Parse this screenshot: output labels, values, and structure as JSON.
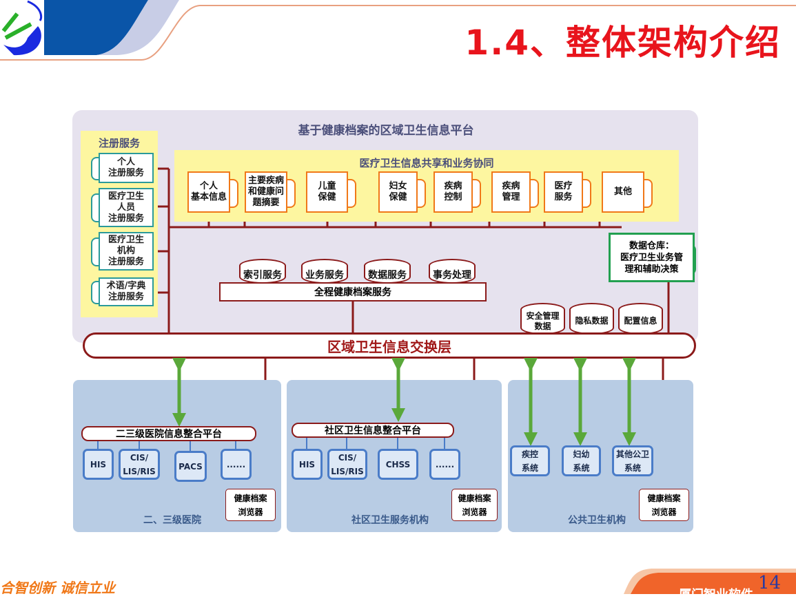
{
  "title": "1.4、整体架构介绍",
  "platform": {
    "title": "基于健康档案的区域卫生信息平台"
  },
  "registry": {
    "title": "注册服务",
    "items": [
      "个人\n注册服务",
      "医疗卫生\n人员\n注册服务",
      "医疗卫生\n机构\n注册服务",
      "术语/字典\n注册服务"
    ]
  },
  "sharing": {
    "title": "医疗卫生信息共享和业务协同",
    "items": [
      "个人\n基本信息",
      "主要疾病\n和健康问\n题摘要",
      "儿童\n保健",
      "妇女\n保健",
      "疾病\n控制",
      "疾病\n管理",
      "医疗\n服务",
      "其他"
    ]
  },
  "services": [
    "索引服务",
    "业务服务",
    "数据服务",
    "事务处理"
  ],
  "ehr_service": "全程健康档案服务",
  "warehouse": "数据仓库：\n医疗卫生业务管\n理和辅助决策",
  "stores": [
    "安全管理\n数据",
    "隐私数据",
    "配置信息"
  ],
  "exchange": "区域卫生信息交换层",
  "hospital": {
    "label": "二、三级医院",
    "platform": "二三级医院信息整合平台",
    "systems": [
      "HIS",
      "CIS/\nLIS/RIS",
      "PACS",
      "......"
    ],
    "browser": "健康档案\n浏览器"
  },
  "community": {
    "label": "社区卫生服务机构",
    "platform": "社区卫生信息整合平台",
    "systems": [
      "HIS",
      "CIS/\nLIS/RIS",
      "CHSS",
      "......"
    ],
    "browser": "健康档案\n浏览器"
  },
  "public": {
    "label": "公共卫生机构",
    "systems": [
      "疾控\n系统",
      "妇幼\n系统",
      "其他公卫\n系统"
    ],
    "browser": "健康档案\n浏览器"
  },
  "footer": {
    "slogan": "合智创新  诚信立业",
    "page": "14",
    "company": "厦门智业软件"
  },
  "colors": {
    "title": "#e8141c",
    "line": "#8b1a1a",
    "arrow": "#5aa83a",
    "accent": "#f07818"
  }
}
